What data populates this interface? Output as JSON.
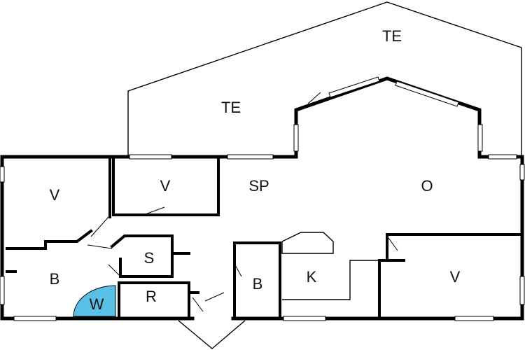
{
  "rooms": {
    "terrace_top": "TE",
    "terrace_mid": "TE",
    "living_left": "V",
    "living_center": "V",
    "sp": "SP",
    "o": "O",
    "v_right": "V",
    "b_left": "B",
    "s": "S",
    "r": "R",
    "w": "W",
    "b_mid": "B",
    "k": "K"
  },
  "colors": {
    "wall": "#000000",
    "wc_highlight": "#5bc0e8",
    "background": "#ffffff"
  }
}
